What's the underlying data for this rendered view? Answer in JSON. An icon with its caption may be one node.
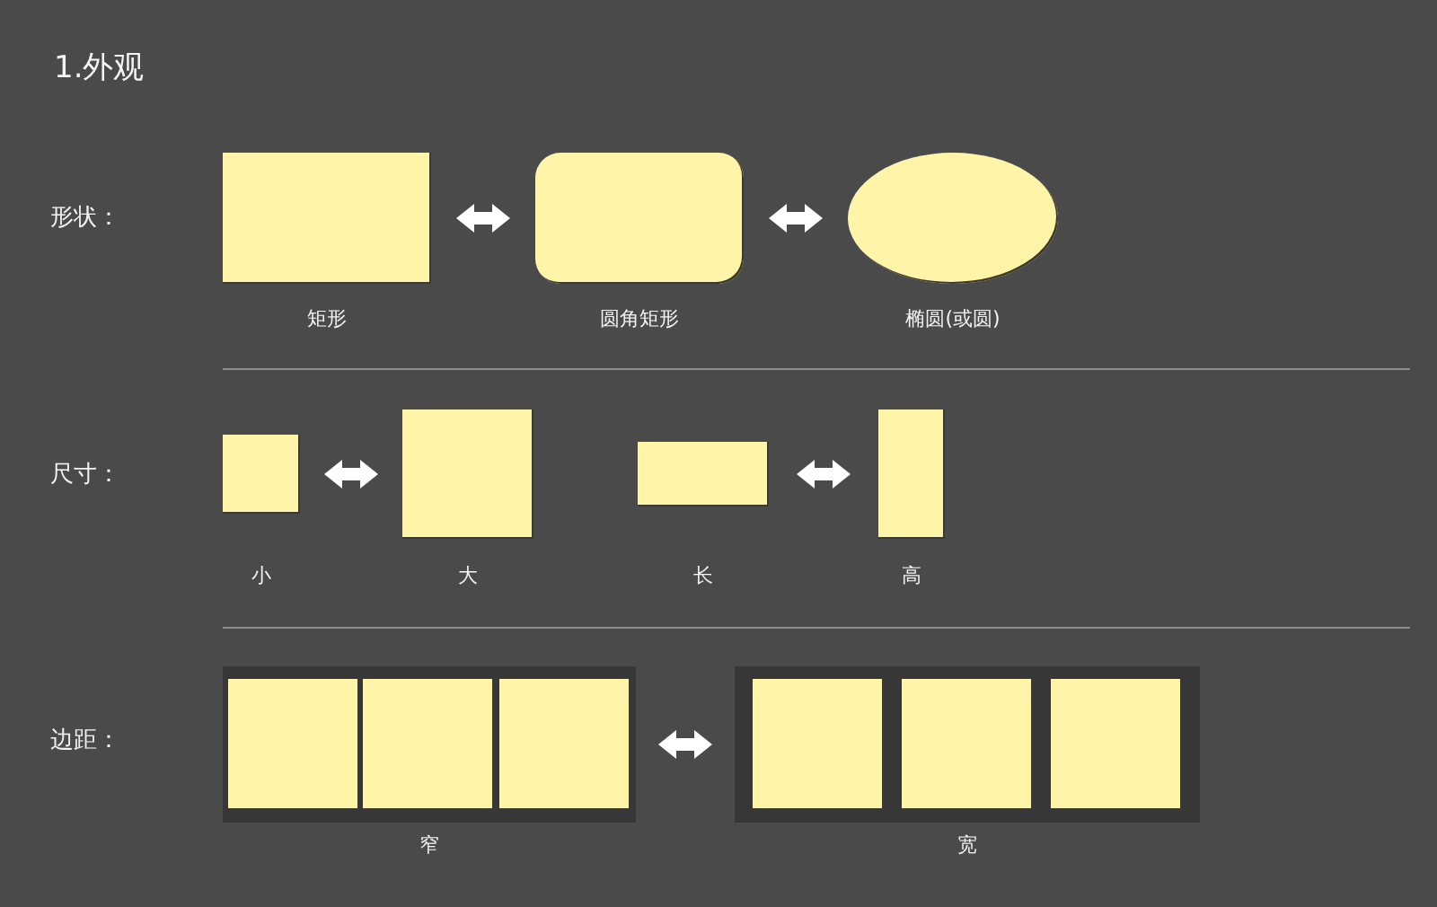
{
  "diagram": {
    "title": "1.外观",
    "nodes": [
      {
        "text": [],
        "shape": "box",
        "beside": [
          "矩形"
        ]
      },
      {
        "text": [],
        "shape": "rounded",
        "beside": [
          "圆角矩形"
        ]
      },
      {
        "text": [],
        "shape": "ellipse",
        "beside": [
          "椭圆(或圆)"
        ]
      },
      {
        "text": [],
        "shape": "box",
        "beside": [
          "小"
        ]
      },
      {
        "text": [],
        "shape": "box",
        "beside": [
          "大"
        ]
      },
      {
        "text": [],
        "shape": "box",
        "beside": [
          "长"
        ]
      },
      {
        "text": [],
        "shape": "box",
        "beside": [
          "高"
        ]
      },
      {
        "text": [],
        "shape": "box",
        "beside": [
          "窄"
        ]
      },
      {
        "text": [],
        "shape": "box",
        "in": 7
      },
      {
        "text": [],
        "shape": "box",
        "in": 7
      },
      {
        "text": [],
        "shape": "box",
        "in": 7
      },
      {
        "text": [],
        "shape": "box",
        "beside": [
          "宽"
        ]
      },
      {
        "text": [],
        "shape": "box",
        "in": 11
      },
      {
        "text": [],
        "shape": "box",
        "in": 11
      },
      {
        "text": [],
        "shape": "box",
        "in": 11
      }
    ],
    "edges": [
      {
        "from": 0,
        "to": 1,
        "arrow": "both"
      },
      {
        "from": 1,
        "to": 2,
        "arrow": "both"
      },
      {
        "from": 3,
        "to": 4,
        "arrow": "both"
      },
      {
        "from": 5,
        "to": 6,
        "arrow": "both"
      },
      {
        "from": 7,
        "to": 11,
        "arrow": "both"
      }
    ],
    "labels": [
      "形状：",
      "尺寸：",
      "边距："
    ]
  }
}
